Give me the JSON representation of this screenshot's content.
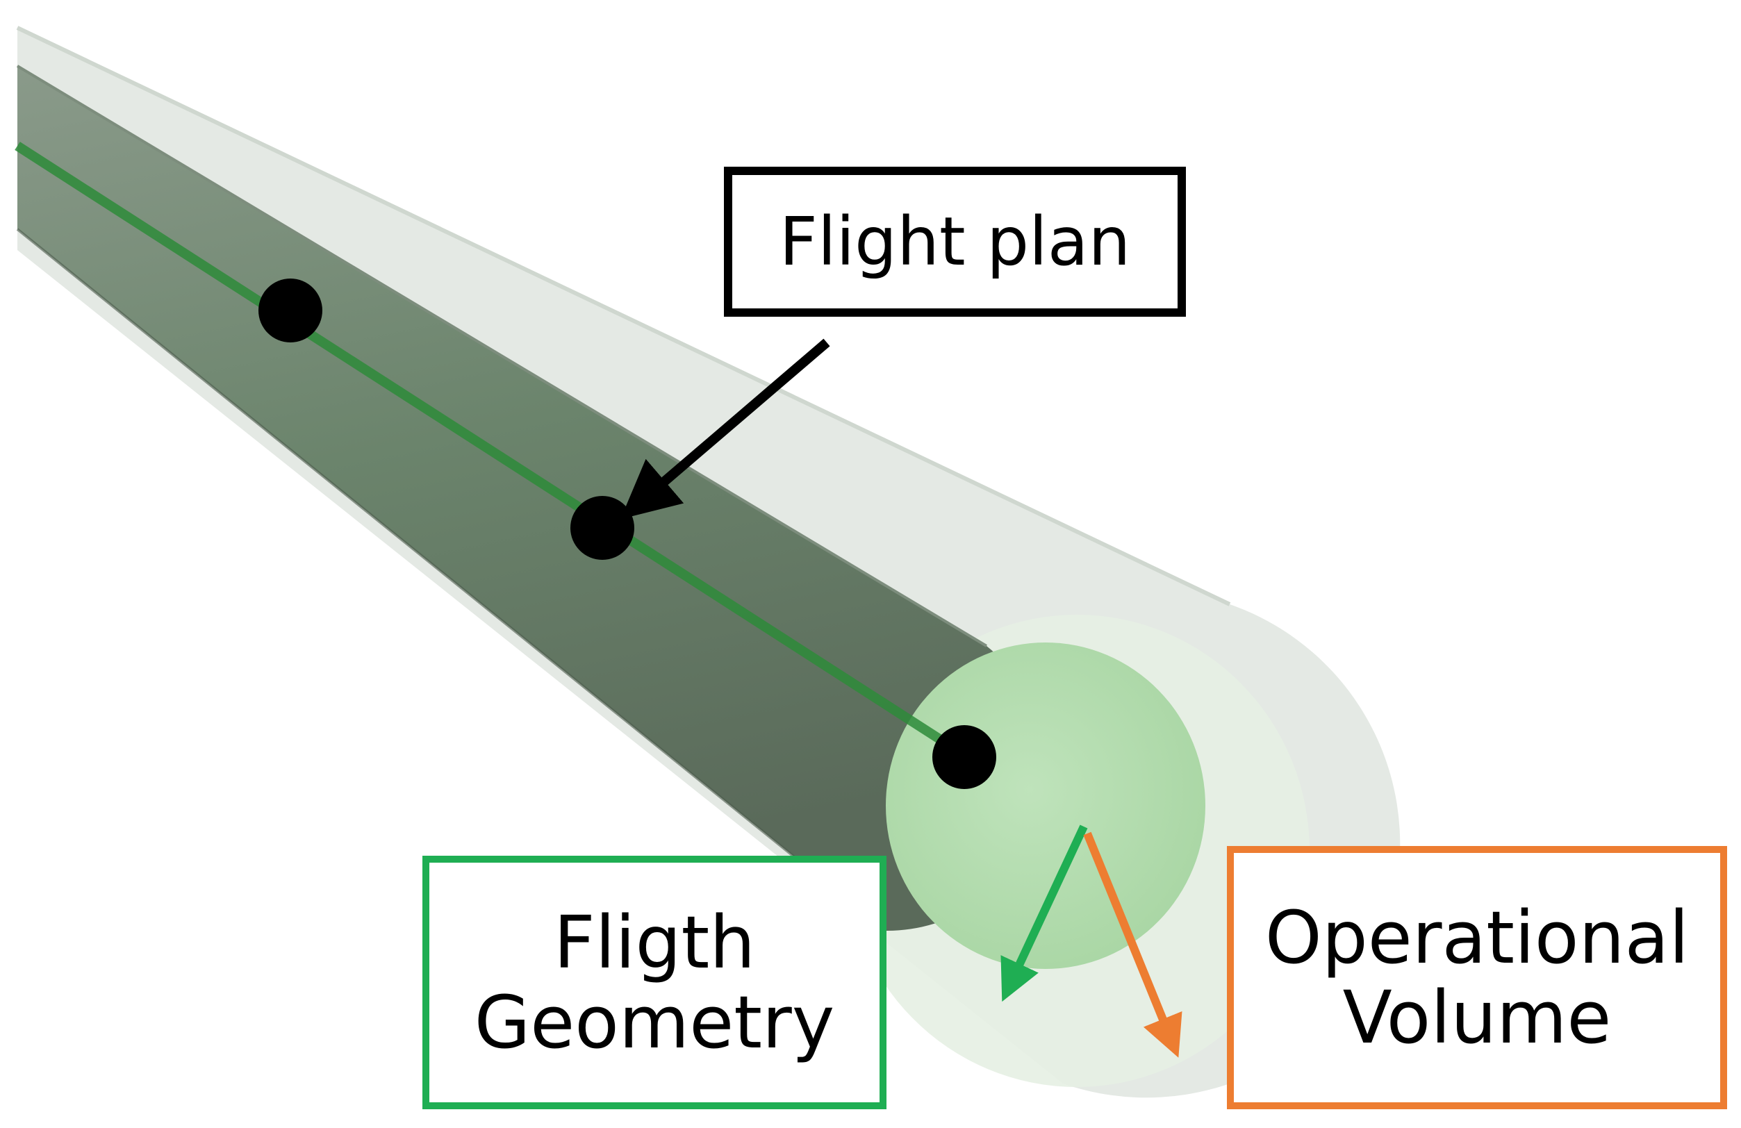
{
  "labels": {
    "flight_plan": "Flight plan",
    "flight_geometry": {
      "line1": "Fligth",
      "line2": "Geometry"
    },
    "operational_volume": {
      "line1": "Operational",
      "line2": "Volume"
    }
  },
  "colors": {
    "flight_plan_border": "#000000",
    "flight_geometry": "#1fae53",
    "operational_volume": "#ed7d31",
    "inner_tube": "#6f8a6f",
    "outer_tube": "#c9d3c9",
    "tube_end_face": "#b4dbb0",
    "path_line": "#2e8b3a",
    "waypoint": "#000000"
  },
  "waypoints": [
    "waypoint",
    "waypoint",
    "waypoint"
  ]
}
